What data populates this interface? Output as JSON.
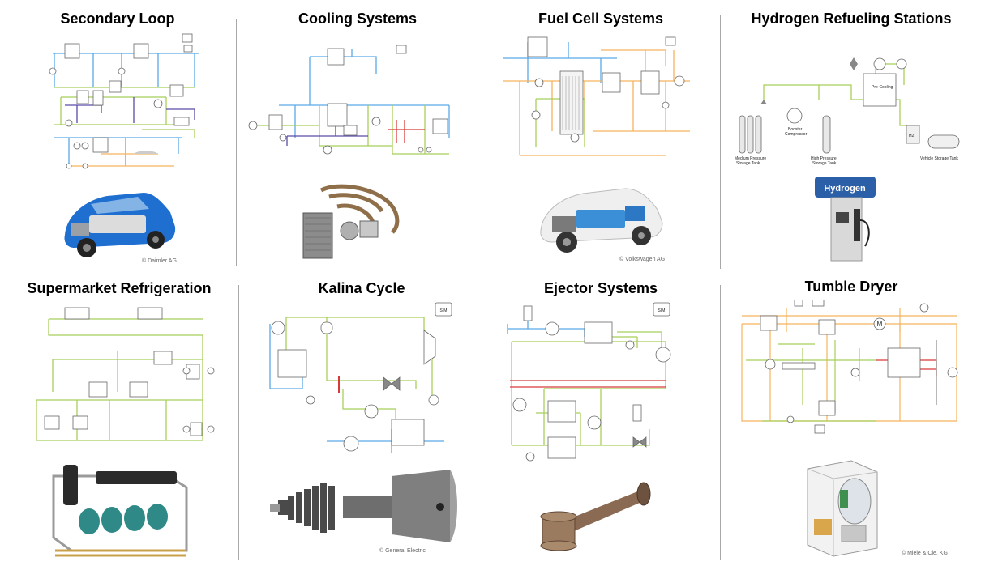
{
  "panels": [
    {
      "title": "Secondary Loop",
      "credit": "© Daimler AG"
    },
    {
      "title": "Cooling Systems",
      "credit": ""
    },
    {
      "title": "Fuel Cell Systems",
      "credit": "© Volkswagen AG"
    },
    {
      "title": "Hydrogen Refueling Stations",
      "credit": "",
      "labels": {
        "pre_cooling": "Pre-Cooling",
        "booster": "Booster",
        "compressor": "Compressor",
        "medium_tank_1": "Medium Pressure",
        "medium_tank_2": "Storage Tank",
        "high_tank_1": "High Pressure",
        "high_tank_2": "Storage Tank",
        "vehicle_tank": "Vehicle Storage Tank",
        "h2": "H2",
        "dispenser_sign": "Hydrogen"
      }
    },
    {
      "title": "Supermarket Refrigeration",
      "credit": ""
    },
    {
      "title": "Kalina Cycle",
      "credit": "© General Electric",
      "sim_label": "SIM"
    },
    {
      "title": "Ejector Systems",
      "credit": "",
      "sim_label": "SIM"
    },
    {
      "title": "Tumble Dryer",
      "credit": "© Miele & Cie. KG",
      "motor_label": "M"
    }
  ],
  "colors": {
    "pipe_blue": "#5aa9e6",
    "pipe_green": "#a8cf5a",
    "pipe_orange": "#f5b35e",
    "pipe_purple": "#5b4aa8",
    "pipe_red": "#d83a3a",
    "car_blue": "#1f6fd1",
    "divider": "#a8a8a8"
  },
  "icons": [
    "valve-icon",
    "pump-icon",
    "heat-exchanger-icon",
    "sensor-icon",
    "compressor-icon",
    "sim-button-icon"
  ]
}
